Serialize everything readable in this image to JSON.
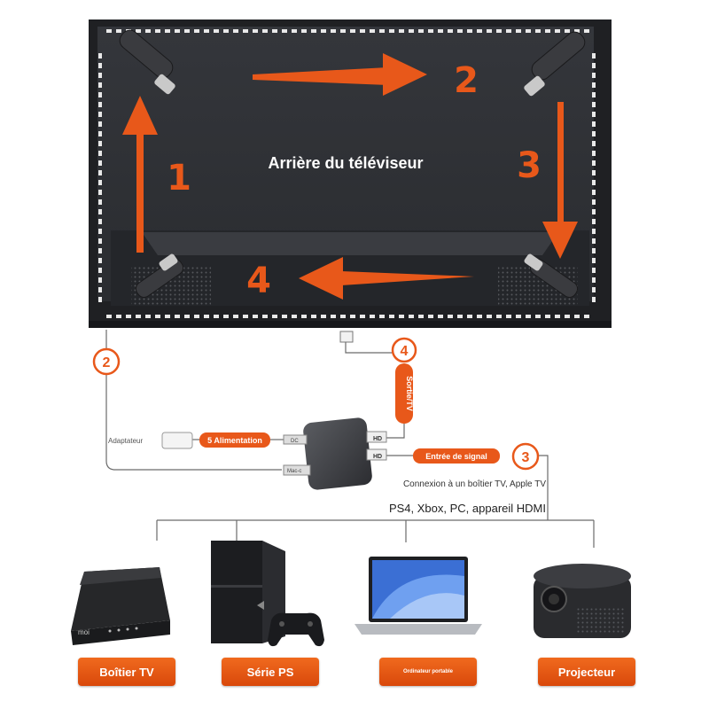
{
  "tv": {
    "back_label": "Arrière du téléviseur",
    "steps": [
      "1",
      "2",
      "3",
      "4"
    ]
  },
  "wiring": {
    "circle_2": "2",
    "circle_4": "4",
    "circle_3": "3",
    "output_label": "Sortie/TV",
    "adapter_label": "Adaptateur",
    "power_label": "5 Alimentation",
    "signal_label": "Entrée de signal",
    "port_hd_1": "HD",
    "port_hd_2": "HD",
    "port_dc": "DC",
    "port_led": "Mac-c",
    "connect_note": "Connexion à un boîtier TV, Apple TV",
    "devices_note": "PS4, Xbox, PC, appareil HDMI"
  },
  "devices": {
    "tvbox_brand": "moi",
    "labels": [
      "Boîtier TV",
      "Série PS",
      "Ordinateur portable",
      "Projecteur"
    ]
  },
  "colors": {
    "accent": "#e8581a",
    "tv_back": "#2e3035",
    "frame": "#1c1d20"
  }
}
